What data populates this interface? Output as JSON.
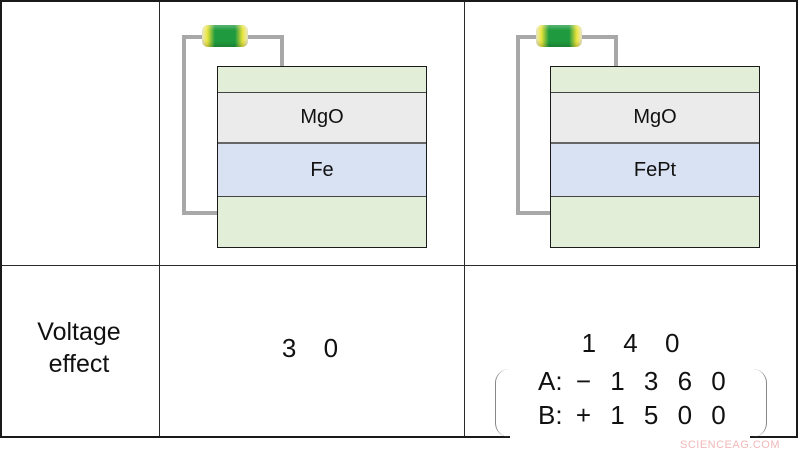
{
  "table": {
    "row_headers": [
      "",
      "Voltage effect"
    ],
    "row_header_lines": [
      "Voltage",
      "effect"
    ],
    "columns": [
      {
        "diagram": {
          "layers": [
            "",
            "MgO",
            "Fe",
            ""
          ],
          "component": "resistor-icon"
        },
        "voltage_effect": "30"
      },
      {
        "diagram": {
          "layers": [
            "",
            "MgO",
            "FePt",
            ""
          ],
          "component": "resistor-icon"
        },
        "voltage_effect": "140",
        "breakdown": {
          "a_label": "A:",
          "a_value": "− 1 3 6 0",
          "b_label": "B:",
          "b_value": "+ 1 5 0 0"
        }
      }
    ]
  },
  "display": {
    "fe_value": "3 0",
    "fept_value": "1 4 0"
  },
  "colors": {
    "electrode_layer": "#e3eed8",
    "mgo_layer": "#ebebeb",
    "metal_layer": "#d9e2f3",
    "wire": "#a8a8a8",
    "resistor_body": "#1f9a3e",
    "resistor_band": "#e8e23a"
  },
  "watermark": "SCIENCEAG.COM"
}
